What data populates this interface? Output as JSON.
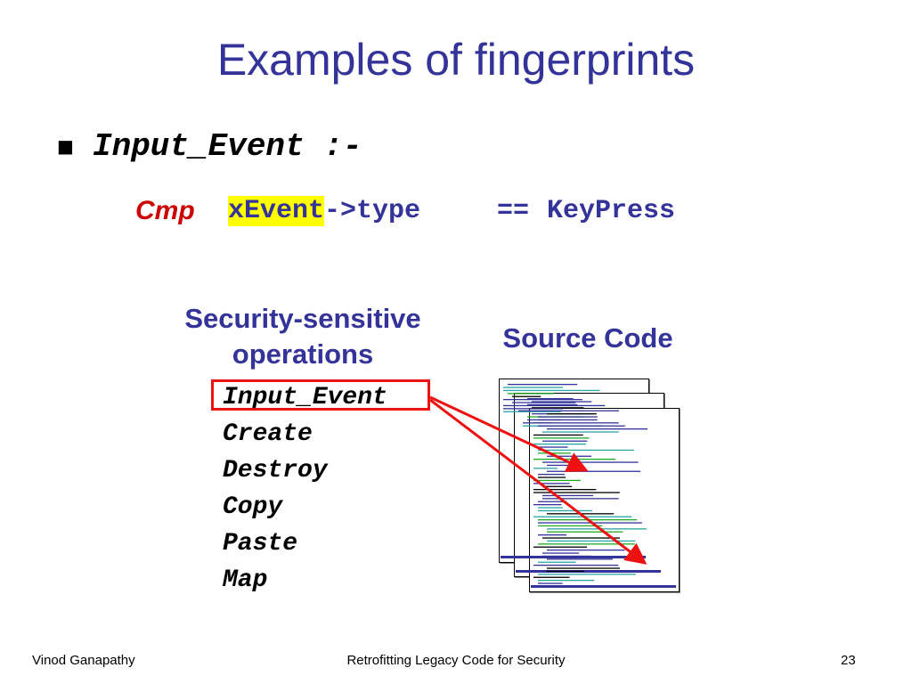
{
  "slide": {
    "title": "Examples of fingerprints",
    "bullet": "Input_Event :-",
    "cmp_label": "Cmp",
    "code": {
      "var": "xEvent",
      "field": "->type",
      "op": "==",
      "value": "KeyPress"
    },
    "left_heading": [
      "Security-sensitive",
      "operations"
    ],
    "right_heading": "Source Code",
    "operations": [
      "Input_Event",
      "Create",
      "Destroy",
      "Copy",
      "Paste",
      "Map"
    ],
    "highlighted_operation": "Input_Event"
  },
  "colors": {
    "title": "#333399",
    "cmp": "#cc0000",
    "highlight": "#ffff00",
    "box_and_arrows": "#ee1111"
  },
  "footer": {
    "author": "Vinod Ganapathy",
    "talk": "Retrofitting Legacy Code for Security",
    "page_number": "23"
  }
}
